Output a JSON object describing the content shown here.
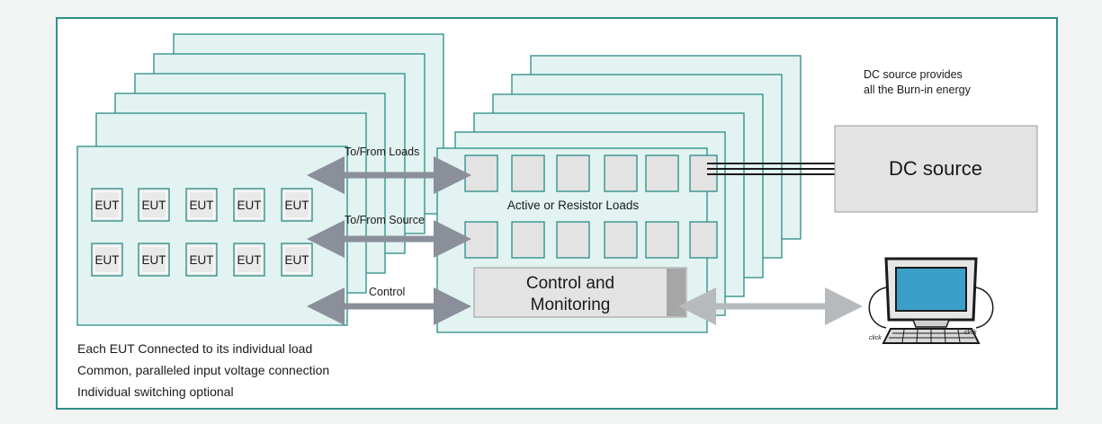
{
  "eut_label": "EUT",
  "labels": {
    "to_from_loads": "To/From Loads",
    "to_from_source": "To/From Source",
    "control": "Control",
    "active_loads": "Active or Resistor Loads",
    "control_monitoring_1": "Control and",
    "control_monitoring_2": "Monitoring",
    "dc_source": "DC source",
    "dc_note_1": "DC source provides",
    "dc_note_2": "all the Burn-in energy"
  },
  "notes": [
    "Each EUT Connected to its individual load",
    "Common, paralleled input voltage connection",
    "Individual switching optional"
  ],
  "computer_label": "click",
  "colors": {
    "teal": "#2a8c86",
    "card_fill": "#e2f3f1",
    "arrow_dark": "#8a8f9a",
    "arrow_light": "#b6babc",
    "box_grey": "#e3e3e3"
  }
}
